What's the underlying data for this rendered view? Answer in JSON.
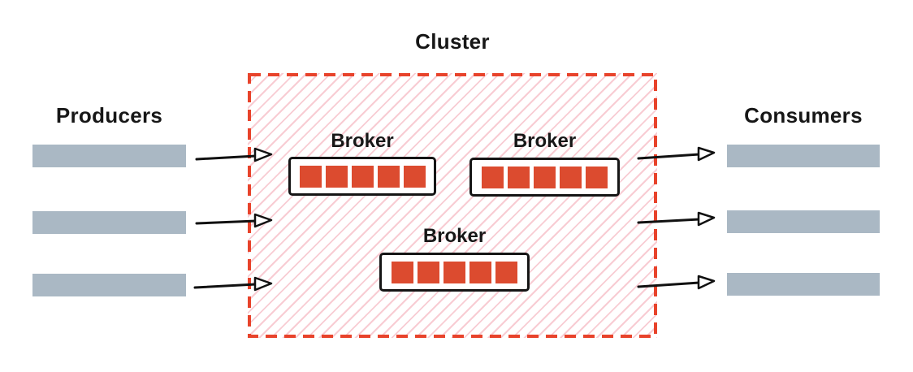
{
  "diagram": {
    "cluster": {
      "label": "Cluster"
    },
    "producers": {
      "label": "Producers",
      "count": 3
    },
    "consumers": {
      "label": "Consumers",
      "count": 3
    },
    "brokers": [
      {
        "label": "Broker",
        "partition_count": 5
      },
      {
        "label": "Broker",
        "partition_count": 5
      },
      {
        "label": "Broker",
        "partition_count": 5
      }
    ],
    "colors": {
      "cluster_border_red": "#e8432b",
      "partition_red": "#dc4b2f",
      "hatch_pink": "#f8ccd3",
      "bar_gray": "#aab8c4",
      "arrow_black": "#111111",
      "text": "#171717"
    }
  }
}
